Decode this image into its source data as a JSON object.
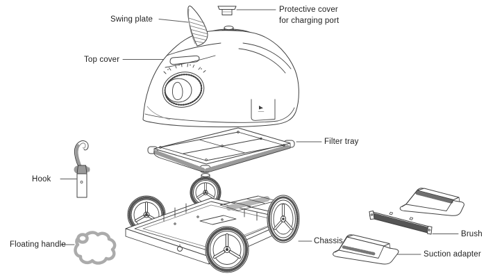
{
  "labels": {
    "swing_plate": "Swing plate",
    "protective_cover_l1": "Protective cover",
    "protective_cover_l2": "for charging port",
    "top_cover": "Top cover",
    "filter_tray": "Filter tray",
    "hook": "Hook",
    "chassis": "Chassis",
    "floating_handle": "Floating handle",
    "brush": "Brush",
    "suction_adapter": "Suction adapter"
  },
  "colors": {
    "background": "#ffffff",
    "line_art": "#3f3f3f",
    "fine_detail": "#8c8c8c",
    "leader_line": "#5a5a5a",
    "label_text": "#1e1e1e",
    "floating_handle_gray": "#ababab"
  }
}
